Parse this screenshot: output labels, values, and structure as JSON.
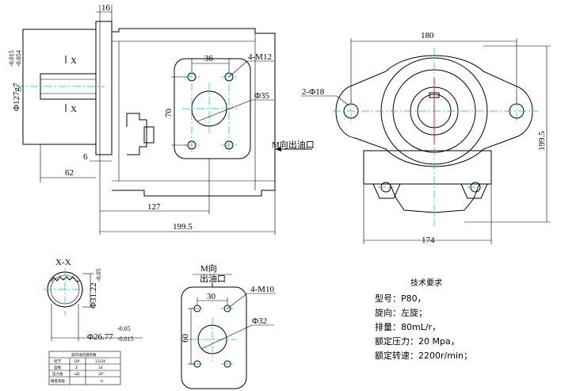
{
  "side_view": {
    "dims": {
      "flange_thickness": "16",
      "shaft_dia": "Φ127g7",
      "shaft_tol_upper": "-0.015",
      "shaft_tol_lower": "-0.054",
      "shaft_len": "62",
      "flange_step": "6",
      "body_len": "127",
      "total_len": "199.5",
      "port_spacing_h": "36",
      "port_bolts": "4-M12",
      "port_spacing_v": "70",
      "port_dia": "Φ35"
    },
    "section_mark": "X",
    "port_note": "M向出油口"
  },
  "front_view": {
    "dims": {
      "width": "180",
      "holes": "2-Φ18",
      "height": "199.5",
      "bottom_width": "174"
    }
  },
  "section_xx": {
    "title": "X-X",
    "dia_major": "Φ31.22",
    "dia_major_tol": "-0.05",
    "dia_minor": "Φ26.77",
    "dia_minor_tol_upper": "-0.05",
    "dia_minor_tol_lower": "-0.015"
  },
  "spline_table": {
    "title": "渐开线花键参数",
    "rows": [
      {
        "name": "径节",
        "symbol": "DP",
        "value": "12/24"
      },
      {
        "name": "齿数",
        "symbol": "Z",
        "value": "14"
      },
      {
        "name": "压力角",
        "symbol": "αD",
        "value": "30°"
      },
      {
        "name": "精度等级",
        "symbol": "",
        "value": "H"
      }
    ]
  },
  "m_view": {
    "title_line1": "M向",
    "title_line2": "出油口",
    "bolts": "4-M10",
    "spacing_h": "30",
    "spacing_v": "60",
    "port_dia": "Φ32"
  },
  "tech_requirements": {
    "title": "技术要求",
    "lines": [
      "型号：P80，",
      "旋向：左旋；",
      "排量：80mL/r，",
      "额定压力：20 Mpa，",
      "额定转速：2200r/min；"
    ]
  }
}
